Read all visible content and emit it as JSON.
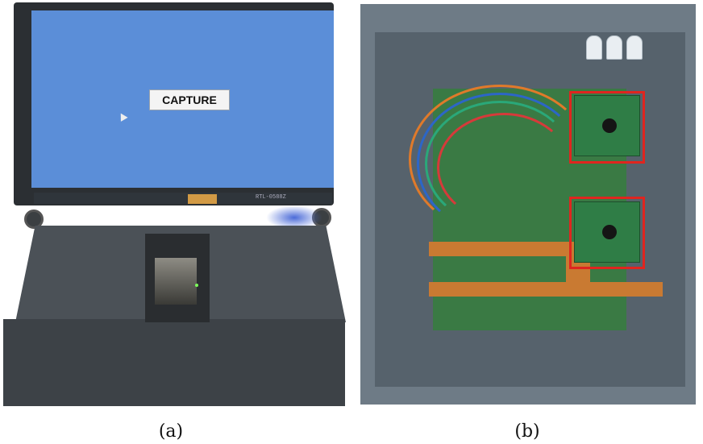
{
  "panel_a": {
    "caption": "(a)",
    "screen": {
      "button_label": "CAPTURE",
      "label_text": "RTL-0588Z"
    }
  },
  "panel_b": {
    "caption": "(b)",
    "highlight_color": "#e0251f"
  },
  "colors": {
    "screen_bg": "#5b8ed8",
    "enclosure": "#4b5157",
    "pcb": "#3a7a44"
  }
}
